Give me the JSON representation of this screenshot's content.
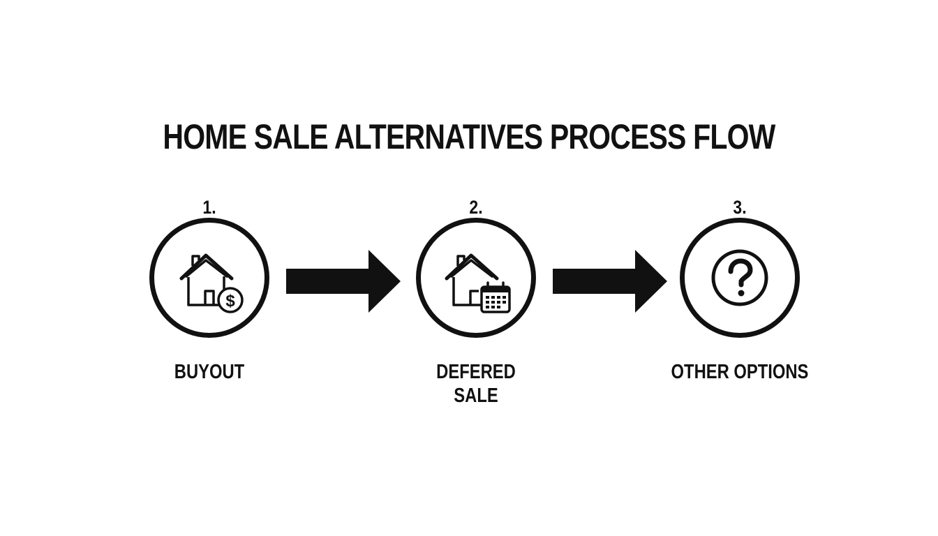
{
  "title": "HOME SALE ALTERNATIVES PROCESS FLOW",
  "steps": [
    {
      "number": "1.",
      "label": "BUYOUT",
      "icon": "house-dollar-icon"
    },
    {
      "number": "2.",
      "label_line1": "DEFERED",
      "label_line2": "SALE",
      "icon": "house-calendar-icon"
    },
    {
      "number": "3.",
      "label": "OTHER OPTIONS",
      "icon": "question-mark-icon"
    }
  ],
  "colors": {
    "ink": "#111111",
    "background": "#ffffff"
  }
}
